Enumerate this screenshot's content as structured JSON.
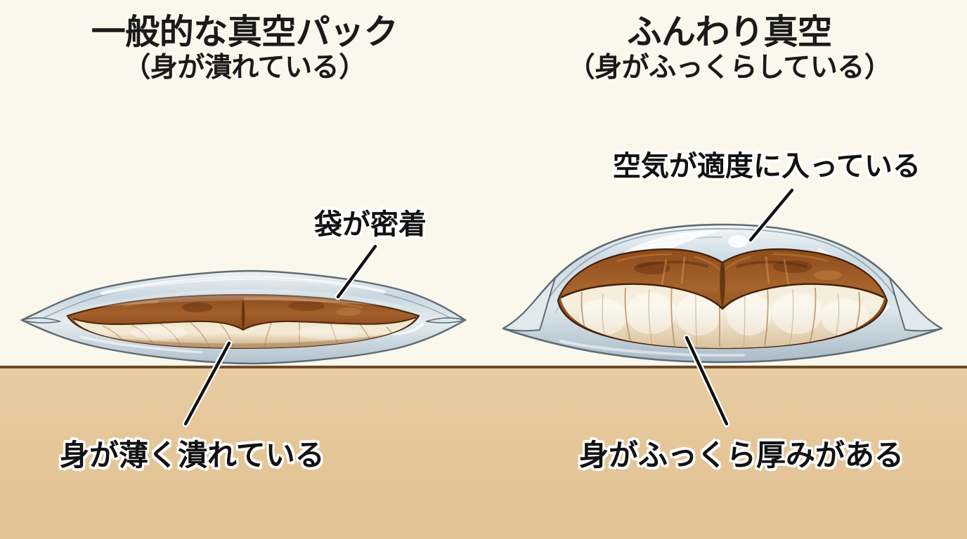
{
  "page": {
    "kind": "comparison-illustration",
    "subject": "vacuum packed grilled eel (unagi kabayaki)"
  },
  "colors": {
    "background": "#FAF7EC",
    "table": "#E5C79A",
    "table_edge": "#6E4B2B",
    "text": "#121212",
    "text_outline": "#FFFFFF",
    "bag_film": "#C9D6DE",
    "bag_outline": "#5A6670",
    "eel_glaze_dark": "#6B3A17",
    "eel_glaze": "#A85F26",
    "eel_flesh": "#F0E0C4",
    "eel_flesh_shadow": "#C8A87E"
  },
  "panels": [
    {
      "id": "left",
      "title_line1": "一般的な真空パック",
      "title_line2": "（身が潰れている）",
      "callouts": [
        {
          "id": "bag-tight",
          "text": "袋が密着"
        },
        {
          "id": "flat-flesh",
          "text": "身が薄く潰れている"
        }
      ]
    },
    {
      "id": "right",
      "title_line1": "ふんわり真空",
      "title_line2": "（身がふっくらしている）",
      "callouts": [
        {
          "id": "air-inside",
          "text": "空気が適度に入っている"
        },
        {
          "id": "plump-flesh",
          "text": "身がふっくら厚みがある"
        }
      ]
    }
  ]
}
